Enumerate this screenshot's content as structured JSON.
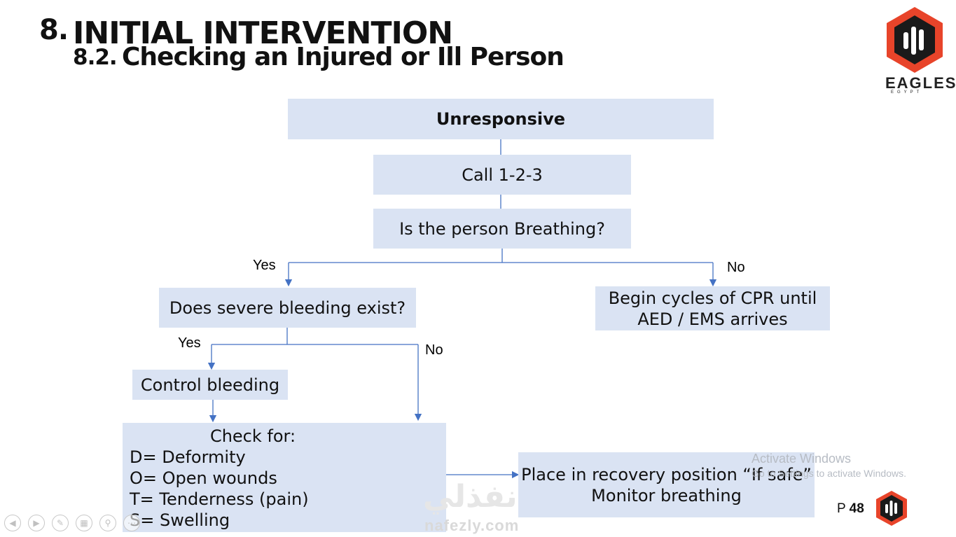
{
  "header": {
    "section_num": "8.",
    "section_title": "INITIAL INTERVENTION",
    "sub_num": "8.2.",
    "sub_title": "Checking an Injured or Ill Person"
  },
  "logo": {
    "brand": "EAGLES",
    "tagline": "EGYPT",
    "color": "#e8442a"
  },
  "flowchart": {
    "unresponsive": "Unresponsive",
    "call": "Call 1-2-3",
    "breathing_q": "Is the person Breathing?",
    "yes1": "Yes",
    "no1": "No",
    "bleeding_q": "Does severe bleeding exist?",
    "cpr_line1": "Begin cycles of CPR until",
    "cpr_line2": "AED / EMS arrives",
    "yes2": "Yes",
    "no2": "No",
    "control": "Control bleeding",
    "check_header": "Check for:",
    "check_items": [
      "D=  Deformity",
      "O=  Open wounds",
      "T=  Tenderness (pain)",
      "S= Swelling"
    ],
    "recovery_line1": "Place in recovery position “If safe”",
    "recovery_line2": "Monitor breathing"
  },
  "footer": {
    "page_prefix": "P",
    "page_number": "48"
  },
  "overlays": {
    "activate_title": "Activate Windows",
    "activate_sub": "Go to Settings to activate Windows.",
    "site": "nafezly.com",
    "site_ar": "نفذلي"
  },
  "colors": {
    "box_fill": "#dae3f3",
    "connector": "#4472c4"
  }
}
